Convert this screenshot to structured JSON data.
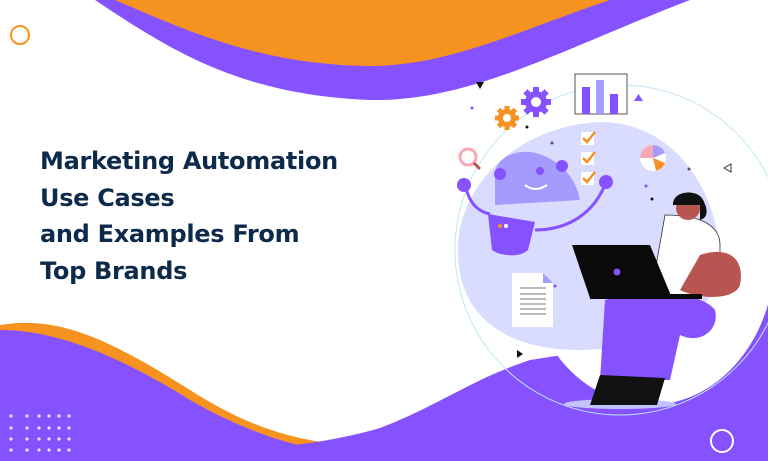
{
  "hero": {
    "title_lines": [
      "Marketing Automation",
      "Use Cases",
      "and Examples From",
      "Top Brands"
    ]
  },
  "colors": {
    "purple": "#8652ff",
    "orange": "#f69220",
    "lavender": "#d9dbff",
    "navy_text": "#0e2a4a",
    "skin": "#b95550"
  },
  "illustration": {
    "icons": [
      "gear-icon",
      "bar-chart-icon",
      "checklist-icon",
      "pie-chart-icon",
      "magnifier-icon",
      "robot-icon",
      "document-icon",
      "laptop-icon",
      "person-icon"
    ]
  }
}
